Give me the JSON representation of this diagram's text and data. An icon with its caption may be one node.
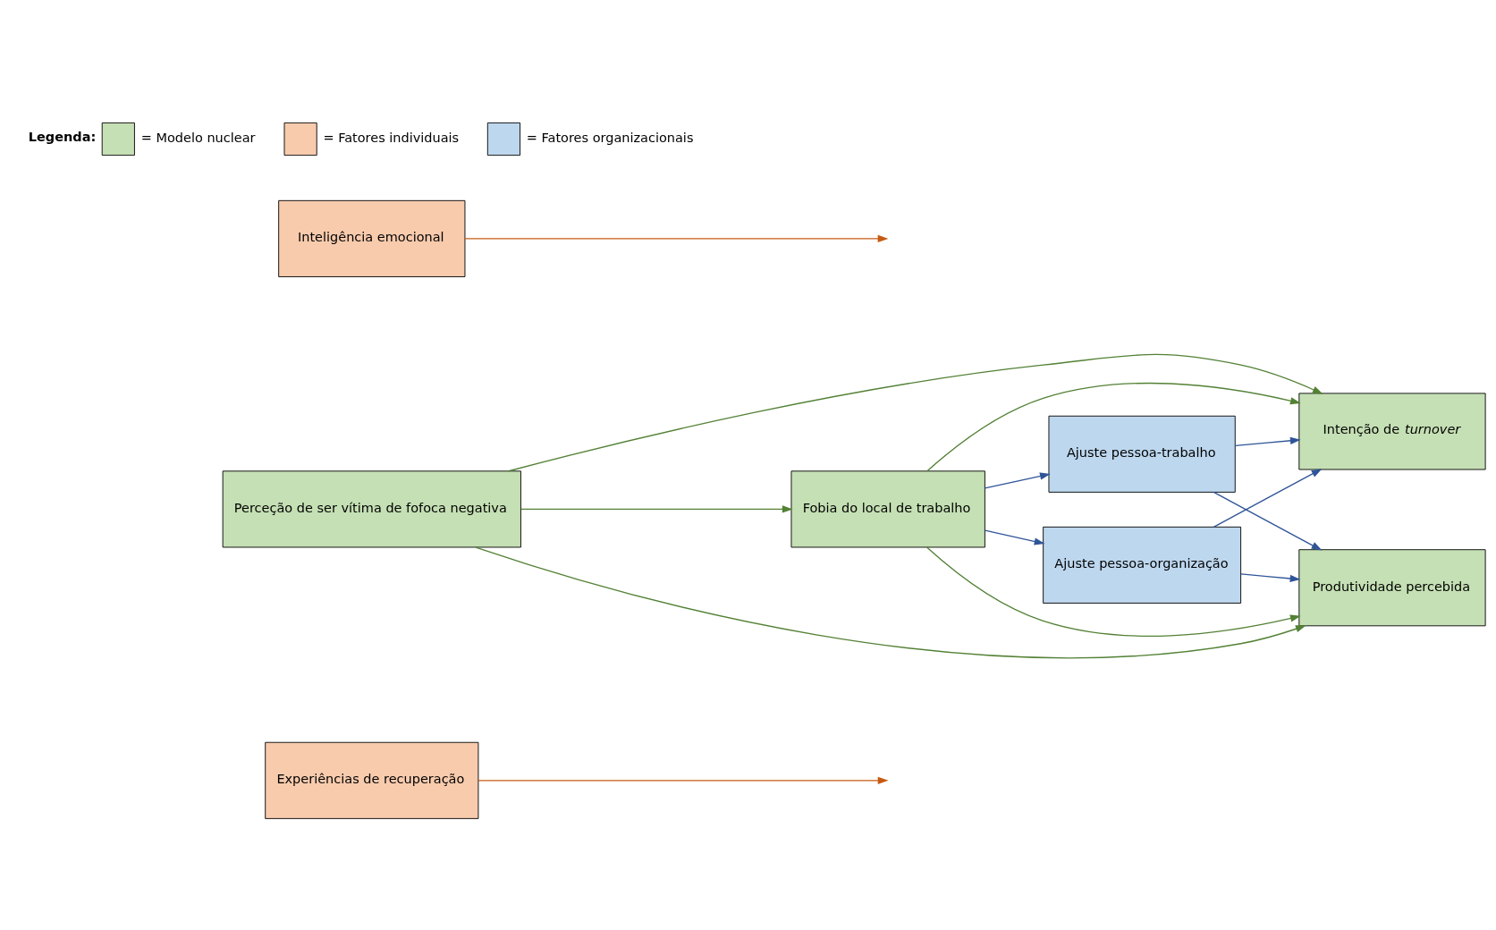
{
  "diagram": {
    "nodes": [
      {
        "text": [
          "Experiências de recuperação"
        ]
      },
      {
        "text": [
          "Ajuste pessoa-organização"
        ]
      },
      {
        "text": [
          "Intenção de *turnover*"
        ]
      },
      {
        "text": [
          "Perceção de ser vítima de fofoca negativa"
        ]
      },
      {
        "text": [
          "Fobia do local de trabalho"
        ]
      },
      {
        "text": [
          "Produtividade percebida"
        ]
      },
      {
        "text": [
          "Inteligência emocional"
        ]
      },
      {
        "text": [
          "Ajuste pessoa-trabalho"
        ]
      }
    ],
    "edges": [
      {
        "from": 3,
        "to": 4,
        "arrow": "to",
        "color": "#538135"
      },
      {
        "from": 0,
        "to": null,
        "arrow": "to",
        "color": "#c55a11"
      },
      {
        "from": 6,
        "to": null,
        "arrow": "to",
        "color": "#c55a11"
      },
      {
        "from": 4,
        "to": 1,
        "arrow": "to",
        "color": "#2f5597"
      },
      {
        "from": 4,
        "to": 7,
        "arrow": "to",
        "color": "#2f5597"
      },
      {
        "from": 3,
        "to": 2,
        "arrow": "to",
        "color": "#538135"
      },
      {
        "from": 3,
        "to": 5,
        "arrow": "to",
        "color": "#538135"
      },
      {
        "from": 4,
        "to": 2,
        "arrow": "to",
        "color": "#538135"
      },
      {
        "from": 4,
        "to": 5,
        "arrow": "to",
        "color": "#538135"
      },
      {
        "from": 7,
        "to": 2,
        "arrow": "to",
        "color": "#2f5597"
      },
      {
        "from": 7,
        "to": 5,
        "arrow": "to",
        "color": "#2f5597"
      },
      {
        "from": 1,
        "to": 2,
        "arrow": "to",
        "color": "#2f5597"
      },
      {
        "from": 1,
        "to": 5,
        "arrow": "to",
        "color": "#2f5597"
      }
    ],
    "labels": [
      "Legenda:"
    ],
    "legend": [
      {
        "text": "= Modelo nuclear",
        "color": "#c5e0b4"
      },
      {
        "text": "= Fatores individuais",
        "color": "#f8cbad"
      },
      {
        "text": "= Fatores organizacionais",
        "color": "#bdd7ee"
      }
    ]
  }
}
